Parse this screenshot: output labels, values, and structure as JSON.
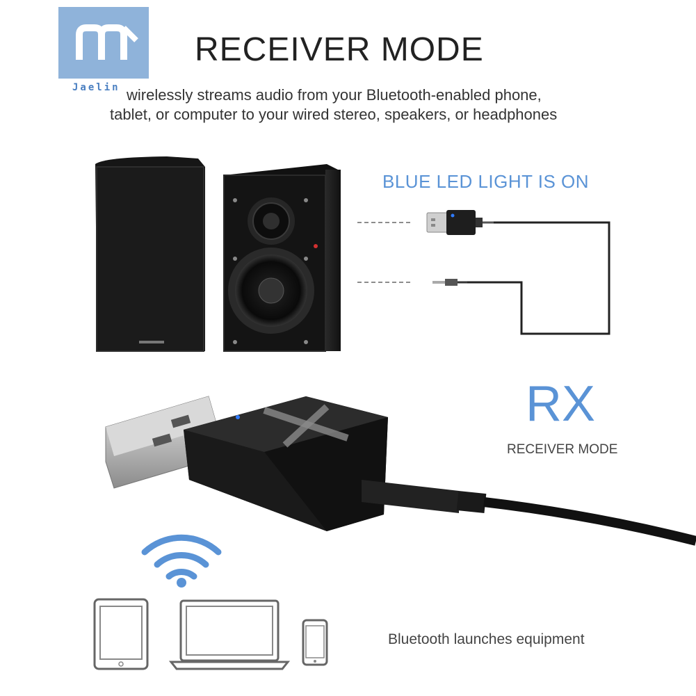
{
  "logo": {
    "text": "Jaelin"
  },
  "header": {
    "title": "RECEIVER MODE",
    "subtitle_line1": "wirelessly streams audio from your Bluetooth-enabled phone,",
    "subtitle_line2": "tablet, or computer to your wired stereo, speakers, or headphones"
  },
  "diagram": {
    "led_label": "BLUE LED LIGHT IS ON"
  },
  "mode": {
    "short": "RX",
    "label": "RECEIVER MODE"
  },
  "devices": {
    "label": "Bluetooth launches equipment"
  },
  "colors": {
    "accent_blue": "#5a93d6",
    "logo_blue": "#8fb3da",
    "text_dark": "#222222"
  }
}
